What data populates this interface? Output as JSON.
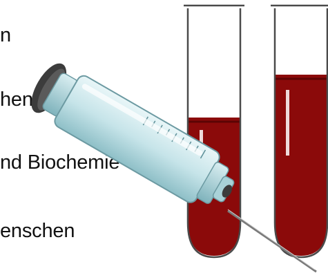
{
  "text_lines": [
    "n",
    "hen Körpers",
    "nd Biochemie",
    "enschen"
  ],
  "colors": {
    "blood": "#8b0a0a",
    "blood_dark": "#6e0606",
    "glass_outline": "#4a4a4a",
    "syringe_body": "#bfe1e6",
    "syringe_shadow": "#7fb3bc",
    "plunger_cap": "#3c3c3c",
    "needle": "#7a7a7a"
  },
  "icons": {
    "syringe": "syringe-icon",
    "test_tube_left": "test-tube-icon",
    "test_tube_right": "test-tube-icon"
  }
}
